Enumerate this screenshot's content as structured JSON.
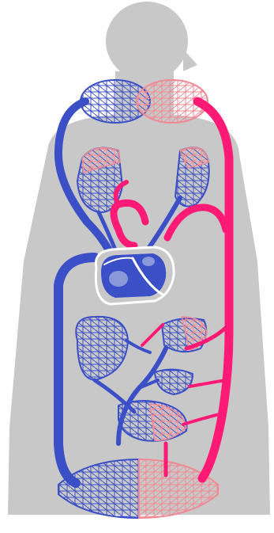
{
  "diagram": {
    "background_color": "#ffffff",
    "silhouette_color": "#c8c8c8",
    "venous_color": "#3b4fc6",
    "arterial_color": "#ff1a75",
    "arterial_capillary_color": "#ef8a95",
    "heart_color": "#3b4fc6",
    "heart_highlight_color": "#ffffff",
    "parts": [
      "silhouette",
      "upper-body-capillary-bed",
      "lung-capillary-bed-left",
      "lung-capillary-bed-right",
      "heart",
      "liver-capillary-bed",
      "stomach-capillary-bed",
      "intestine-capillary-bed",
      "kidney-capillary-bed",
      "lower-body-capillary-bed",
      "aorta",
      "vena-cava"
    ]
  }
}
